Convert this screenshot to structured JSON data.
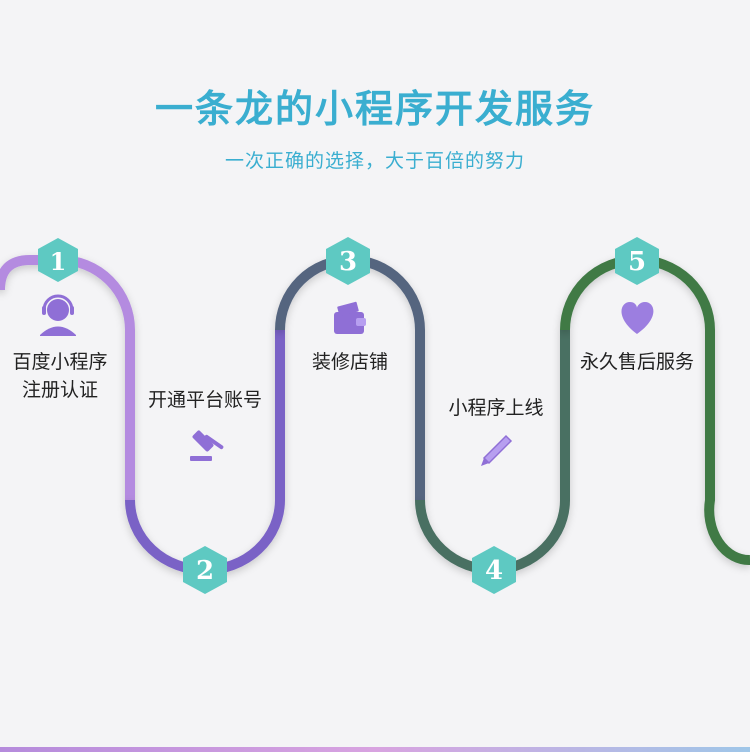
{
  "header": {
    "title": "一条龙的小程序开发服务",
    "subtitle": "一次正确的选择，大于百倍的努力"
  },
  "steps": [
    {
      "number": "1",
      "label_line1": "百度小程序",
      "label_line2": "注册认证",
      "icon": "customer-service-icon"
    },
    {
      "number": "2",
      "label_line1": "开通平台账号",
      "icon": "gavel-icon"
    },
    {
      "number": "3",
      "label_line1": "装修店铺",
      "icon": "wallet-icon"
    },
    {
      "number": "4",
      "label_line1": "小程序上线",
      "icon": "pencil-icon"
    },
    {
      "number": "5",
      "label_line1": "永久售后服务",
      "icon": "heart-icon"
    }
  ],
  "colors": {
    "title": "#3aaed0",
    "badge": "#5ec9c2",
    "icon": "#8f6fd6",
    "segment_purple_light": "#b48be0",
    "segment_purple": "#6a54b8",
    "segment_slate": "#4a6a78",
    "segment_green": "#3f7a45"
  }
}
